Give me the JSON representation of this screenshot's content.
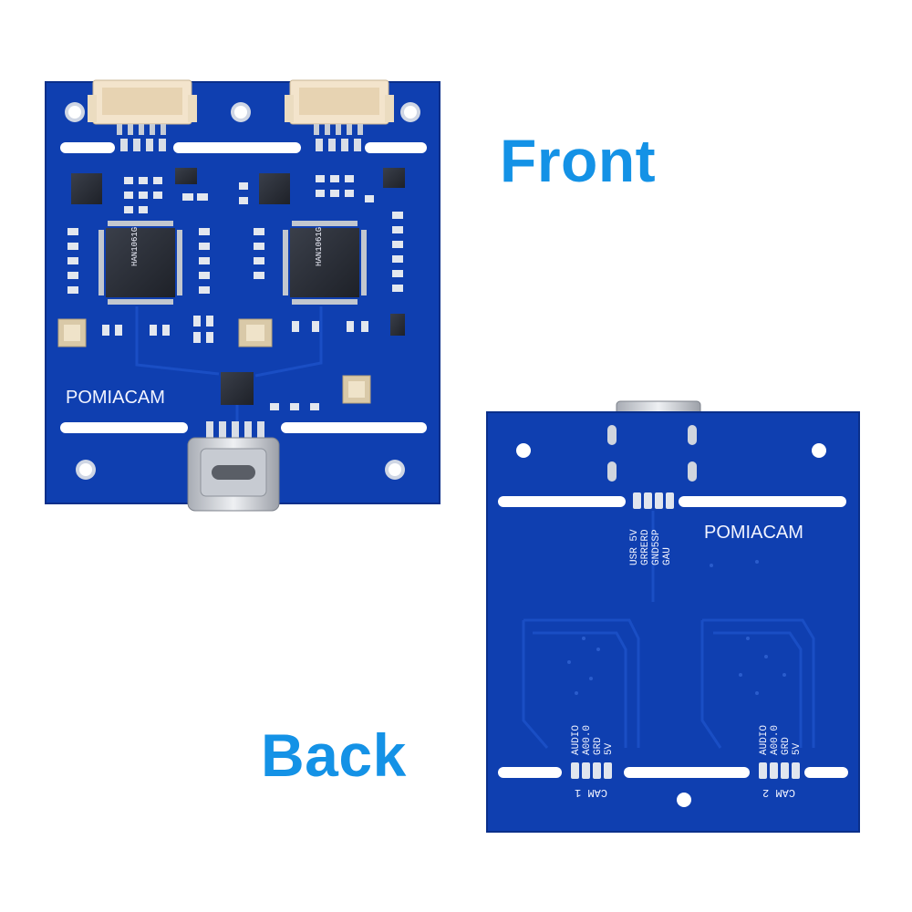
{
  "labels": {
    "front": "Front",
    "back": "Back"
  },
  "front_board": {
    "brand": "POMIACAM",
    "chip_marking_1": "HAN1061G",
    "chip_marking_2": "HAN1061G"
  },
  "back_board": {
    "brand": "POMIACAM",
    "top_pin_labels": [
      "USR 5V",
      "GRRERD",
      "GND5SP",
      "GAU"
    ],
    "cam1_pin_labels": [
      "AUDIO",
      "A00.0",
      "GRD",
      "5V"
    ],
    "cam2_pin_labels": [
      "AUDIO",
      "A00.0",
      "GRD",
      "5V"
    ],
    "cam1_label": "CAM 1",
    "cam2_label": "CAM 2"
  },
  "colors": {
    "board_blue": "#0f3fb0",
    "label_blue": "#1492e6",
    "silkscreen": "#f2f4ff",
    "connector": "#f3e4cc"
  }
}
